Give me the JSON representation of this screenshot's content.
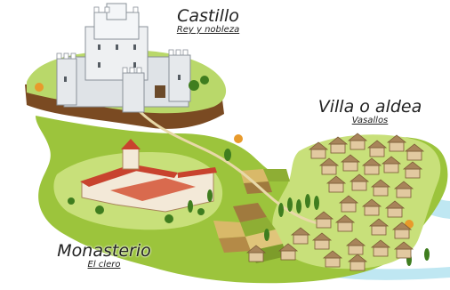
{
  "castle": {
    "title": "Castillo",
    "subtitle": "Rey y nobleza"
  },
  "village": {
    "title": "Villa o aldea",
    "subtitle": "Vasallos"
  },
  "monastery": {
    "title": "Monasterio",
    "subtitle": "El clero"
  },
  "colors": {
    "grass_light": "#c8e07a",
    "grass": "#9cc43c",
    "grass_dark": "#6f9a24",
    "cliff": "#7a4a22",
    "river": "#bfe7f2",
    "stone": "#e9ecef",
    "roof_red": "#c8432e",
    "roof_brown": "#a8845a",
    "tree": "#3f7d1f"
  }
}
